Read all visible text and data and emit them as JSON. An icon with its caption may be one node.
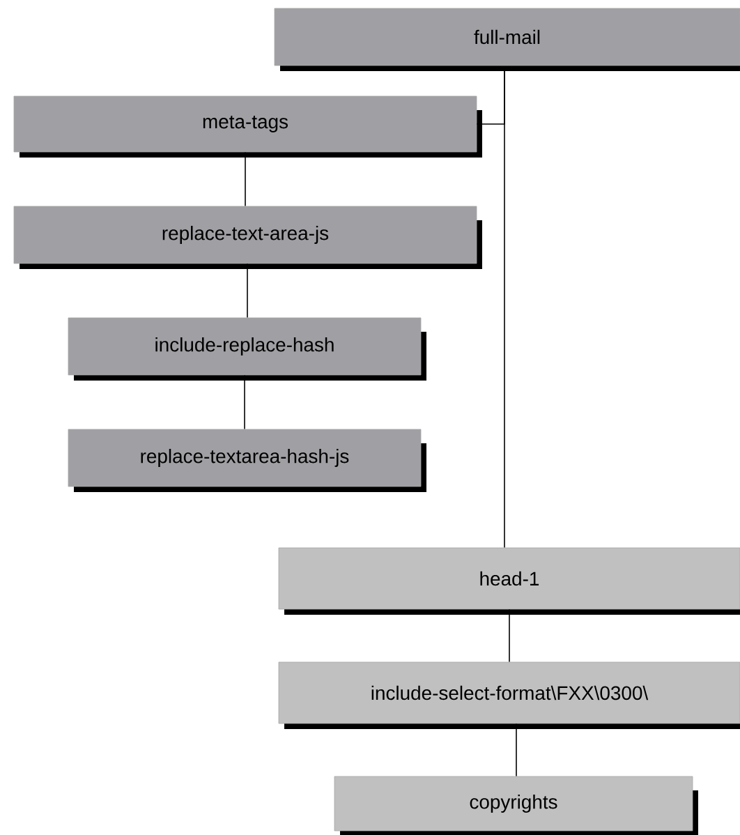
{
  "diagram": {
    "nodes": [
      {
        "text": [
          "full-mail"
        ]
      },
      {
        "text": [
          "meta-tags"
        ]
      },
      {
        "text": [
          "replace-text-area-js"
        ]
      },
      {
        "text": [
          "include-replace-hash"
        ]
      },
      {
        "text": [
          "replace-textarea-hash-js"
        ]
      },
      {
        "text": [
          "head-1"
        ]
      },
      {
        "text": [
          "include-select-format\\FXX\\0300\\"
        ]
      },
      {
        "text": [
          "copyrights"
        ]
      }
    ],
    "edges": [
      {
        "from": 0,
        "to": 1,
        "arrow": "none"
      },
      {
        "from": 0,
        "to": 5,
        "arrow": "none"
      },
      {
        "from": 1,
        "to": 2,
        "arrow": "none"
      },
      {
        "from": 2,
        "to": 3,
        "arrow": "none"
      },
      {
        "from": 3,
        "to": 4,
        "arrow": "none"
      },
      {
        "from": 5,
        "to": 6,
        "arrow": "none"
      },
      {
        "from": 6,
        "to": 7,
        "arrow": "none"
      }
    ]
  }
}
